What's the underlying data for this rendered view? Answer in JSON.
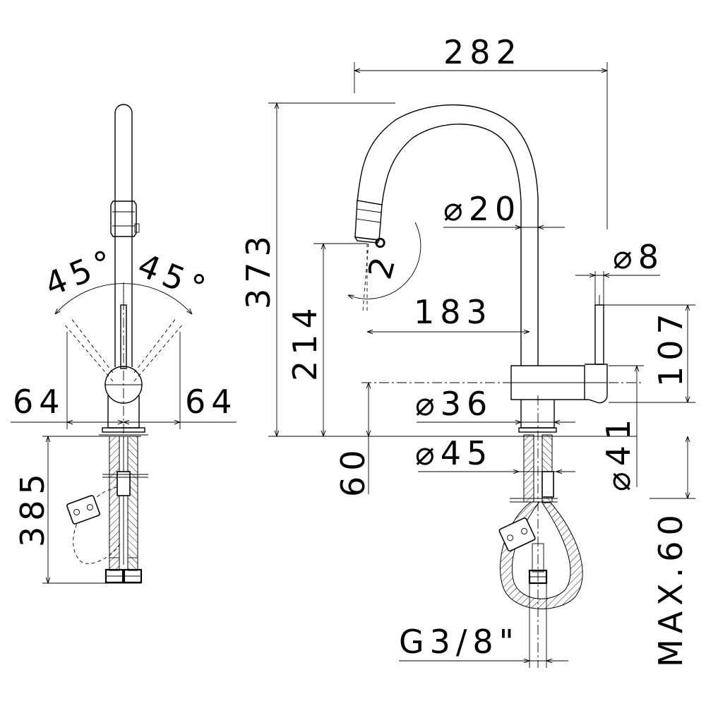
{
  "dimensions": {
    "width_282": "282",
    "height_373": "373",
    "dia_20": "⌀20",
    "dia_8": "⌀8",
    "spout_183": "183",
    "height_214": "214",
    "height_107": "107",
    "dia_36": "⌀36",
    "dia_45": "⌀45",
    "dia_41": "⌀41",
    "depth_60": "60",
    "max_60": "MAX.60",
    "thread": "G3/8\"",
    "angle_2": "2°",
    "left_angle": "45°",
    "right_angle": "45°",
    "left_64": "64",
    "right_64": "64",
    "hose_385": "385"
  },
  "colors": {
    "line": "#000000",
    "background": "#ffffff"
  }
}
